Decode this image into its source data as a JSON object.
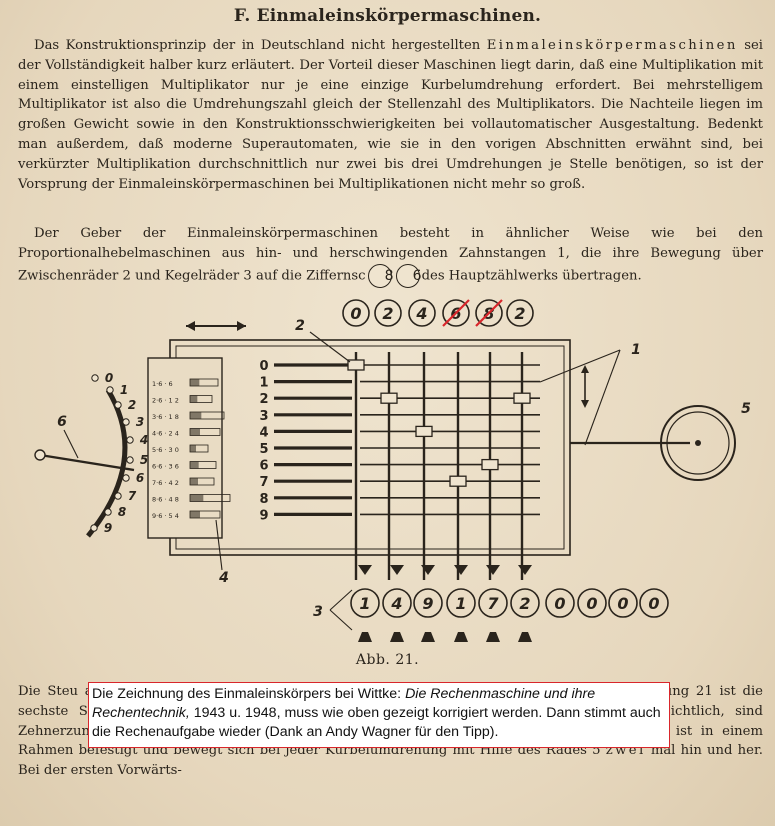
{
  "heading": "F. Einmaleinskörpermaschinen.",
  "para1": {
    "a": "Das Konstruktionsprinzip der in Deutschland nicht hergestellten ",
    "spaced": "Einmaleinskörpermaschinen",
    "b": " sei der Vollständigkeit halber kurz erläutert. Der Vorteil dieser Maschinen liegt darin, daß eine Multiplikation mit einem einstelligen Multiplikator nur je eine einzige Kurbelumdrehung erfordert. Bei mehrstelligem Multiplikator ist also die Umdrehungszahl gleich der Stellenzahl des Multiplikators. Die Nachteile liegen im großen Gewicht sowie in den Konstruktionsschwierigkeiten bei vollautomatischer Ausgestaltung. Bedenkt man außerdem, daß moderne Superautomaten, wie sie in den vorigen Abschnitten erwähnt sind, bei verkürzter Multiplikation durchschnittlich nur zwei bis drei Umdrehungen je Stelle benötigen, so ist der Vorsprung der Einmaleinskörpermaschinen bei Multiplikationen nicht mehr so groß."
  },
  "para2": {
    "a": "Der Geber der Einmaleinskörpermaschinen besteht in ähnlicher Weise wie bei den Proportionalhebelmaschinen aus hin- und herschwingenden Zahnstangen 1, die ihre Bewegung über Zwischenräder 2 und Kegelräder 3 auf die Ziffernsc",
    "circle1": "8",
    "circle2": "6",
    "b": "des Hauptzählwerks übertragen."
  },
  "figure": {
    "top_digits": [
      "0",
      "2",
      "4",
      "6",
      "8",
      "2"
    ],
    "row_labels": [
      "0",
      "1",
      "2",
      "3",
      "4",
      "5",
      "6",
      "7",
      "8",
      "9"
    ],
    "table_labels": [
      "1·6 · 6",
      "2·6 · 1 2",
      "3·6 · 1 8",
      "4·6 · 2 4",
      "5·6 · 3 0",
      "6·6 · 3 6",
      "7·6 · 4 2",
      "8·6 · 4 8",
      "9·6 · 5 4"
    ],
    "arc_labels": [
      "0",
      "1",
      "2",
      "3",
      "4",
      "5",
      "6",
      "7",
      "8",
      "9"
    ],
    "callouts": {
      "c1": "1",
      "c2": "2",
      "c3": "3",
      "c4": "4",
      "c5": "5",
      "c6": "6"
    },
    "bottom_digits": [
      "1",
      "4",
      "9",
      "1",
      "7",
      "2",
      "0",
      "0",
      "0",
      "0"
    ]
  },
  "caption": "Abb. 21.",
  "para3": {
    "text": "Die Steu alhebel, sondern du enthält in neun übereina körperhaft dargestellt. In der Abbildung 21 ist die sechste Schicht mit den Produkten von 1 mal 6 bis 9 mal 6 wiedergegeben. Wie ersichtlich, sind Zehnerzungen (schraffiert) und Einerzungen (weiß) zu unterscheiden. Der Einmaleinsblock ist in einem Rahmen befestigt und bewegt sich bei jeder Kurbelumdrehung mit Hilfe des Rades 5 ",
    "spaced": "zwei",
    "end": " mal hin und her. Bei der ersten Vorwärts-"
  },
  "note": {
    "a": "Die Zeichnung des Einmaleinskörpers bei Wittke: ",
    "title": "Die Rechenmaschine und ihre Rechentechnik,",
    "b": " 1943 u. 1948, muss wie oben gezeigt korrigiert werden. Dann stimmt auch die Rechenaufgabe wieder (Dank an Andy Wagner für den Tipp)."
  }
}
